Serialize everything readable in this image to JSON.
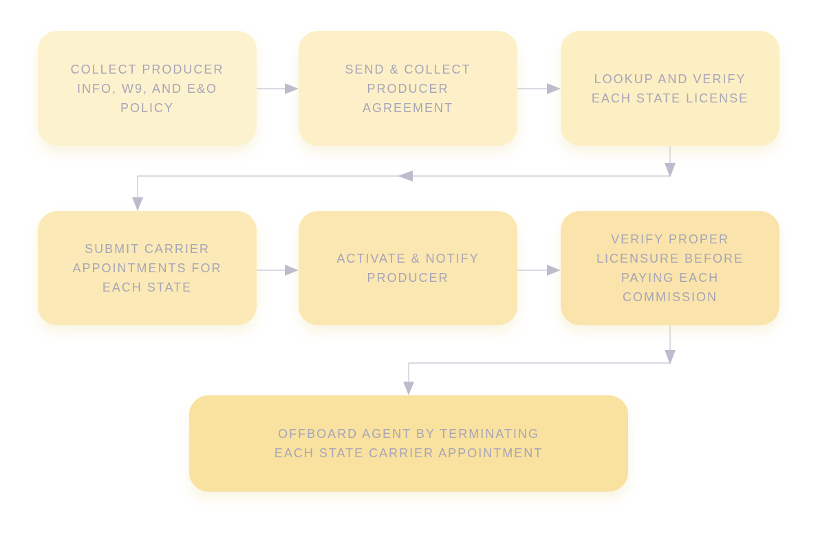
{
  "diagram": {
    "type": "process-flow",
    "steps": [
      {
        "id": "step1",
        "label": "COLLECT PRODUCER\nINFO, W9, AND E&O\nPOLICY"
      },
      {
        "id": "step2",
        "label": "SEND & COLLECT\nPRODUCER\nAGREEMENT"
      },
      {
        "id": "step3",
        "label": "LOOKUP AND VERIFY\nEACH STATE LICENSE"
      },
      {
        "id": "step4",
        "label": "SUBMIT CARRIER\nAPPOINTMENTS FOR\nEACH STATE"
      },
      {
        "id": "step5",
        "label": "ACTIVATE & NOTIFY\nPRODUCER"
      },
      {
        "id": "step6",
        "label": "VERIFY PROPER\nLICENSURE BEFORE\nPAYING EACH\nCOMMISSION"
      },
      {
        "id": "step7",
        "label": "OFFBOARD AGENT BY TERMINATING\nEACH STATE CARRIER APPOINTMENT"
      }
    ],
    "connections": [
      {
        "from": "step1",
        "to": "step2"
      },
      {
        "from": "step2",
        "to": "step3"
      },
      {
        "from": "step3",
        "to": "step4"
      },
      {
        "from": "step4",
        "to": "step5"
      },
      {
        "from": "step5",
        "to": "step6"
      },
      {
        "from": "step6",
        "to": "step7"
      }
    ],
    "colors": {
      "text": "#a6a5b8",
      "connector": "#c4c3d2",
      "arrowhead": "#bdbccd"
    }
  }
}
